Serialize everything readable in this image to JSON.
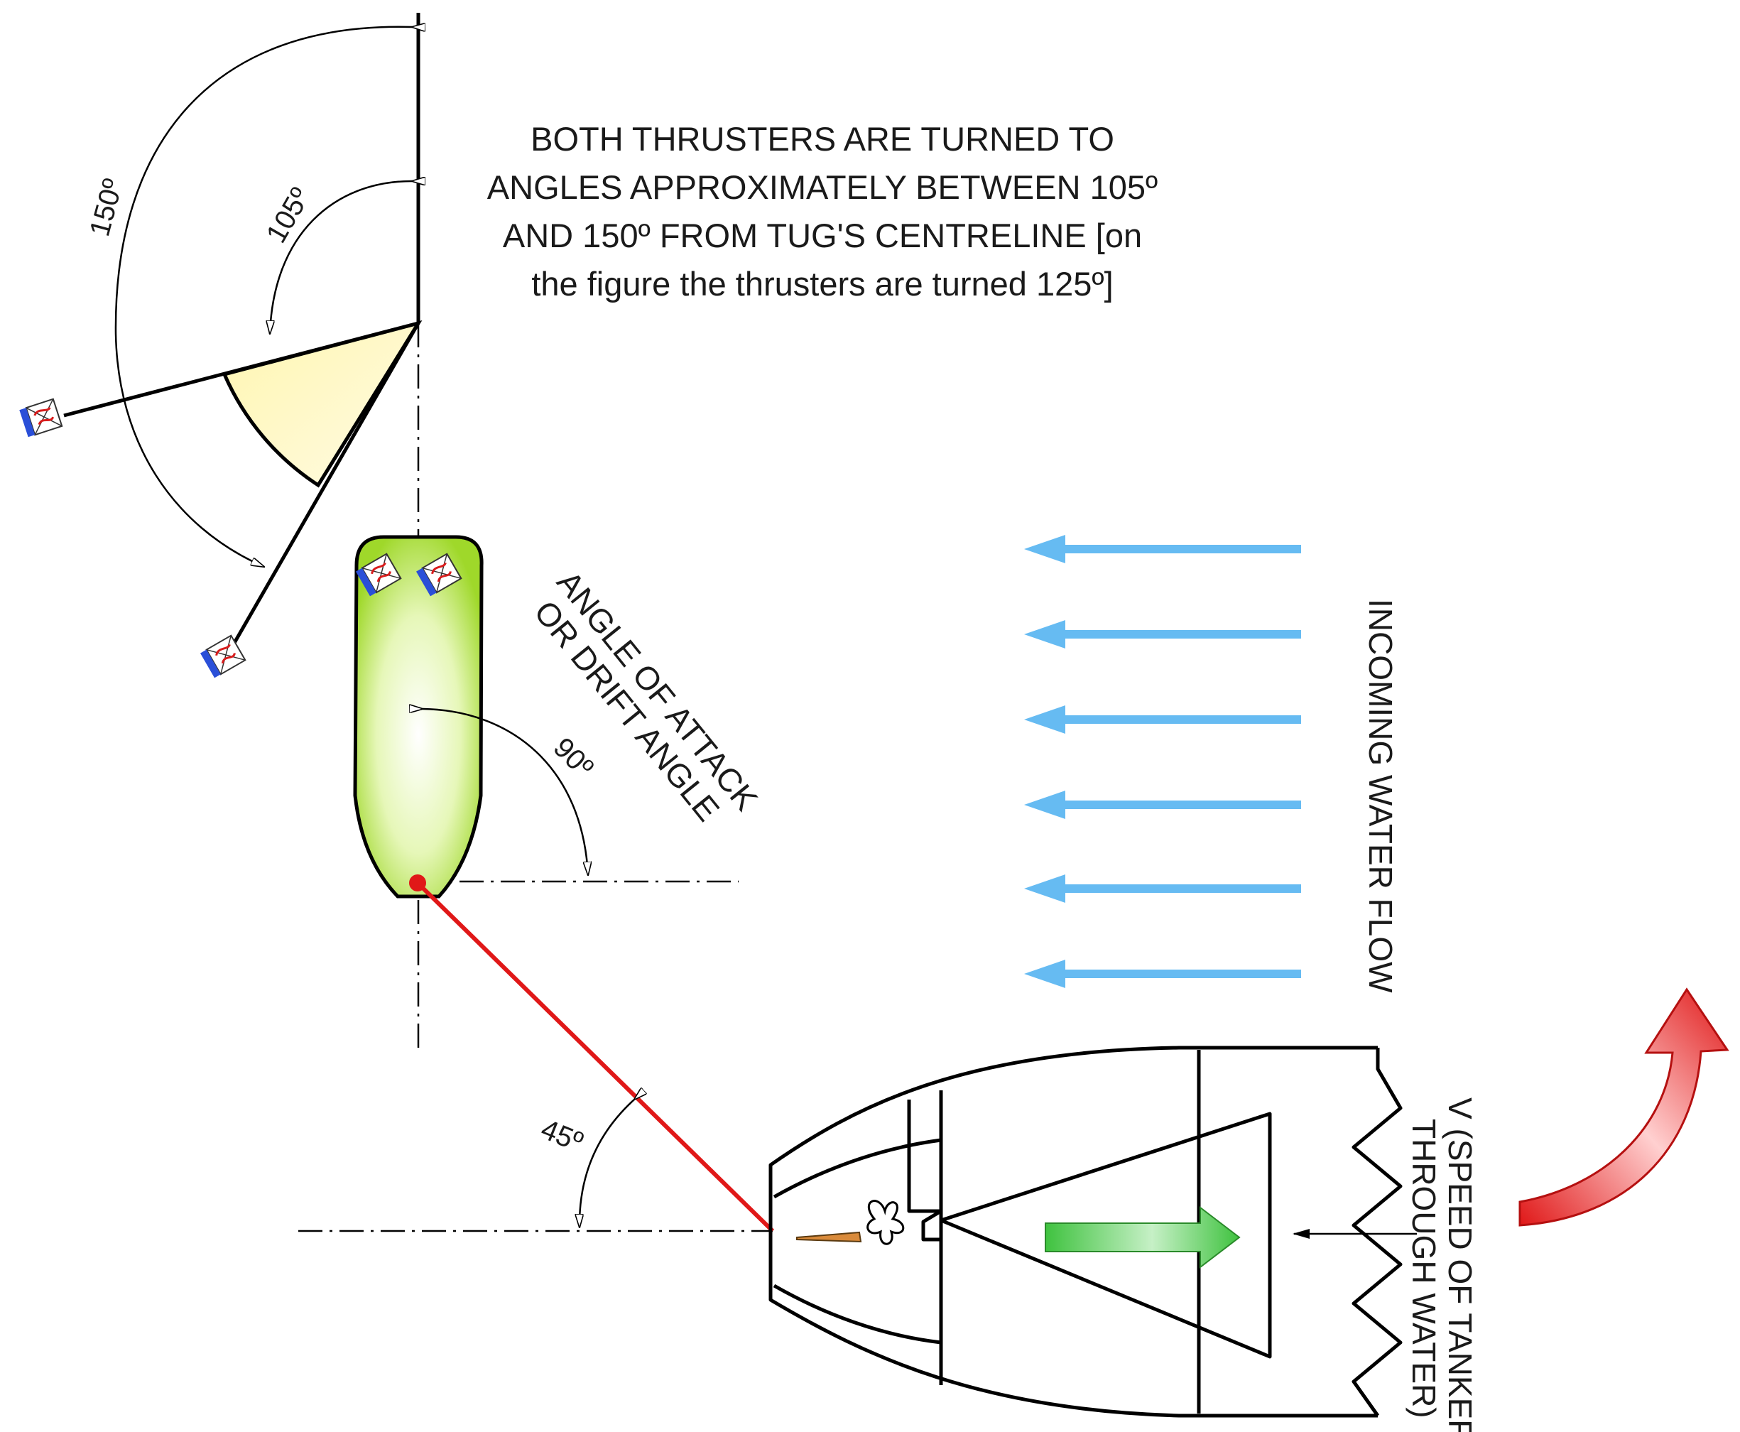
{
  "note": {
    "line1": "BOTH THRUSTERS ARE TURNED TO",
    "line2": "ANGLES APPROXIMATELY BETWEEN 105º",
    "line3": "AND 150º FROM TUG'S CENTRELINE [on",
    "line4": "the figure the thrusters are turned 125º]"
  },
  "angles": {
    "a150": "150º",
    "a105": "105º",
    "a90": "90º",
    "a45": "45º"
  },
  "labels": {
    "attack_line1": "ANGLE OF ATTACK",
    "attack_line2": "OR DRIFT ANGLE",
    "flow": "INCOMING WATER FLOW",
    "speed_line1": "V (SPEED OF TANKER",
    "speed_line2": "THROUGH WATER)"
  },
  "colors": {
    "ink": "#000000",
    "towline": "#e01818",
    "flow_arrows": "#66bbf2",
    "tug_hull": "#9fd82a",
    "sector": "#fbf4b4",
    "turn_arrow": "#e02a2a",
    "direction_arrow": "#3fc23f"
  }
}
